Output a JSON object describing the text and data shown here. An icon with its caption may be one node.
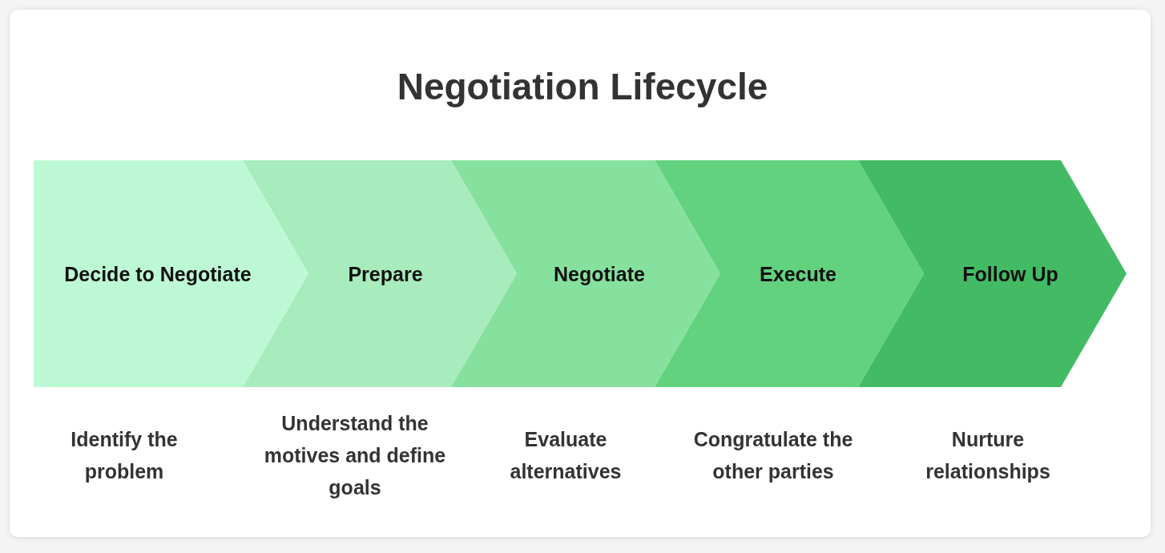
{
  "diagram": {
    "title": "Negotiation Lifecycle",
    "nodes": [
      {
        "text": [
          "Decide to Negotiate"
        ],
        "beside": [
          "Identify the problem"
        ]
      },
      {
        "text": [
          "Prepare"
        ],
        "beside": [
          "Understand the motives and define goals"
        ]
      },
      {
        "text": [
          "Negotiate"
        ],
        "beside": [
          "Evaluate alternatives"
        ]
      },
      {
        "text": [
          "Execute"
        ],
        "beside": [
          "Congratulate the other parties"
        ]
      },
      {
        "text": [
          "Follow Up"
        ],
        "beside": [
          "Nurture relationships"
        ]
      }
    ]
  }
}
